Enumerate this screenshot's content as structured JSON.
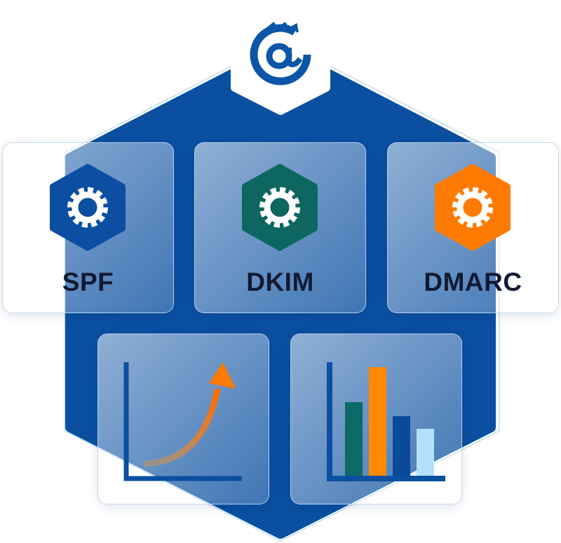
{
  "logo": {
    "symbol": "@",
    "icon": "dragon-at-logo"
  },
  "cards": [
    {
      "label": "SPF",
      "color": "#0b4ea2",
      "icon": "gear-icon"
    },
    {
      "label": "DKIM",
      "color": "#0d6660",
      "icon": "gear-icon"
    },
    {
      "label": "DMARC",
      "color": "#ff7a00",
      "icon": "gear-icon"
    }
  ],
  "growth_chart": {
    "icon": "trend-up-arrow",
    "color": "#ff7a00"
  },
  "bar_chart": {
    "values": [
      105,
      155,
      85,
      67
    ],
    "colors": [
      "#0d6a66",
      "#ff8a00",
      "#0a4a9a",
      "#b4e0fb"
    ]
  },
  "colors": {
    "shield": "#0a4fa0"
  }
}
